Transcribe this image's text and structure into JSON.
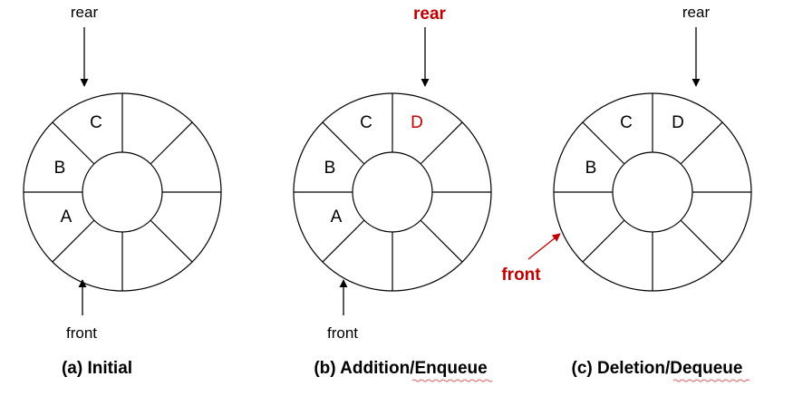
{
  "colors": {
    "line": "#000000",
    "text": "#000000",
    "highlight": "#c00000",
    "squiggle": "#e06060"
  },
  "diagrams": [
    {
      "caption": "(a) Initial",
      "cells": [
        "C",
        "",
        "",
        "",
        "",
        "",
        "A",
        "B"
      ],
      "cell_colors": [
        "#000000",
        "#000000",
        "#000000",
        "#000000",
        "#000000",
        "#000000",
        "#000000",
        "#000000"
      ],
      "rear_label": "rear",
      "front_label": "front",
      "rear_highlight": false,
      "front_highlight": false
    },
    {
      "caption": "(b) Addition/Enqueue",
      "cells": [
        "C",
        "D",
        "",
        "",
        "",
        "",
        "A",
        "B"
      ],
      "cell_colors": [
        "#000000",
        "#c00000",
        "#000000",
        "#000000",
        "#000000",
        "#000000",
        "#000000",
        "#000000"
      ],
      "rear_label": "rear",
      "front_label": "front",
      "rear_highlight": true,
      "front_highlight": false
    },
    {
      "caption": "(c) Deletion/Dequeue",
      "cells": [
        "C",
        "D",
        "",
        "",
        "",
        "",
        "",
        "B"
      ],
      "cell_colors": [
        "#000000",
        "#000000",
        "#000000",
        "#000000",
        "#000000",
        "#000000",
        "#000000",
        "#000000"
      ],
      "rear_label": "rear",
      "front_label": "front",
      "rear_highlight": false,
      "front_highlight": true
    }
  ]
}
